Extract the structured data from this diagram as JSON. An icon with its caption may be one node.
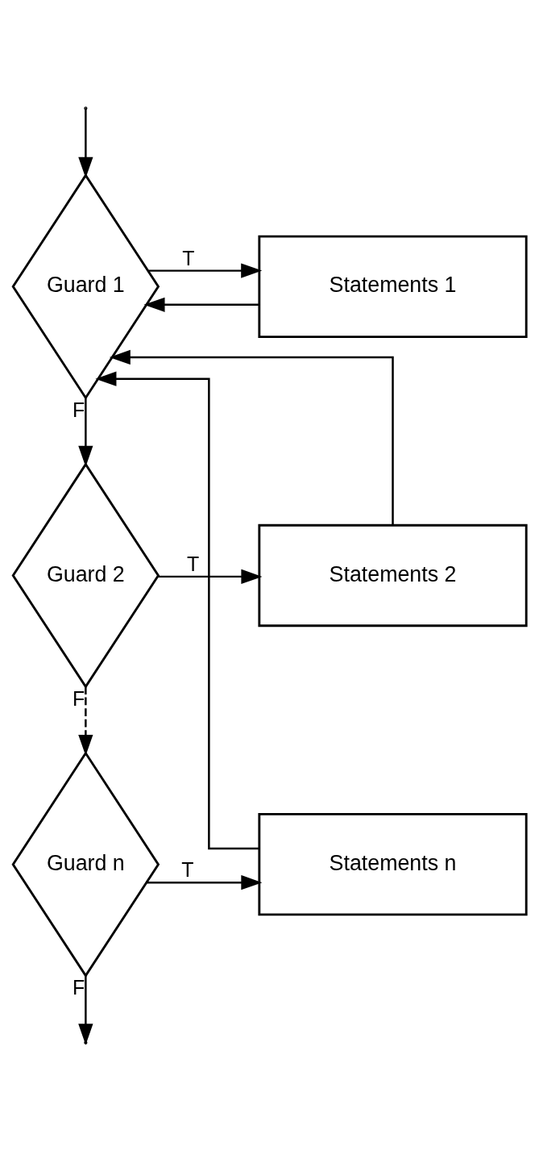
{
  "diagram": {
    "nodes": [
      {
        "text": [
          "Guard 1"
        ]
      },
      {
        "text": [
          "Statements 1"
        ]
      },
      {
        "text": [
          "Guard 2"
        ]
      },
      {
        "text": [
          "Statements 2"
        ]
      },
      {
        "text": [
          "Guard n"
        ]
      },
      {
        "text": [
          "Statements n"
        ]
      }
    ],
    "edges": [
      {
        "from": null,
        "to": 0,
        "arrow": "to"
      },
      {
        "from": 0,
        "to": 1,
        "label": "T",
        "arrow": "to"
      },
      {
        "from": 0,
        "to": 2,
        "label": "F",
        "arrow": "to"
      },
      {
        "from": 2,
        "to": 3,
        "label": "T",
        "arrow": "to"
      },
      {
        "from": 2,
        "to": 4,
        "label": "F",
        "arrow": "to",
        "style": "dashed"
      },
      {
        "from": 4,
        "to": 5,
        "label": "T",
        "arrow": "to"
      },
      {
        "from": 4,
        "to": null,
        "label": "F",
        "arrow": "to"
      },
      {
        "from": 1,
        "to": 0,
        "arrow": "to"
      },
      {
        "from": 3,
        "to": 0,
        "arrow": "to"
      },
      {
        "from": 5,
        "to": 0,
        "arrow": "to"
      }
    ]
  }
}
